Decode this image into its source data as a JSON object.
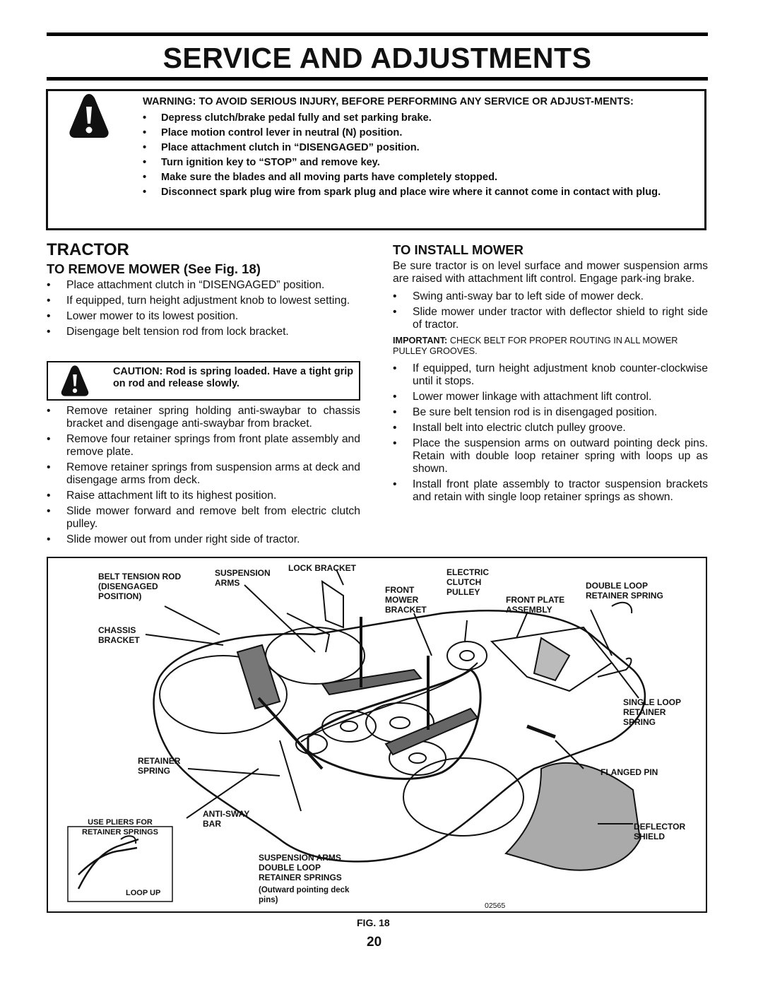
{
  "page": {
    "title": "SERVICE AND ADJUSTMENTS",
    "page_number": "20",
    "figure_caption": "FIG. 18",
    "drawing_code": "02565"
  },
  "warning": {
    "heading": "WARNING: TO AVOID SERIOUS INJURY, BEFORE PERFORMING ANY SERVICE OR ADJUST-MENTS:",
    "items": [
      "Depress clutch/brake pedal fully and set parking brake.",
      "Place motion control lever in neutral (N) position.",
      "Place attachment clutch  in “DISENGAGED” position.",
      "Turn ignition key  to “STOP” and remove key.",
      "Make sure the blades and all moving parts have completely stopped.",
      "Disconnect spark plug wire from spark plug and place wire where it cannot come in contact with plug."
    ]
  },
  "tractor": {
    "heading": "TRACTOR",
    "remove": {
      "heading": "TO REMOVE MOWER  (See Fig. 18)",
      "steps_a": [
        "Place attachment clutch in “DISENGAGED” position.",
        "If equipped, turn height adjustment knob to lowest setting.",
        "Lower mower to its lowest position.",
        "Disengage belt tension rod from lock bracket."
      ],
      "caution": "CAUTION: Rod is spring loaded. Have a tight grip on rod and release slowly.",
      "steps_b": [
        "Remove retainer spring holding anti-swaybar to chassis bracket and disengage anti-swaybar from bracket.",
        "Remove four retainer springs from front plate assembly and remove plate.",
        "Remove retainer springs from suspension arms at deck and disengage arms from deck.",
        "Raise attachment lift to its highest position.",
        "Slide mower forward and remove belt from electric clutch pulley.",
        "Slide mower out from under right side of tractor."
      ]
    },
    "install": {
      "heading": "TO INSTALL MOWER",
      "intro": "Be sure tractor is on level surface and mower suspension arms are raised with attachment lift control. Engage park-ing brake.",
      "steps_a": [
        "Swing anti-sway bar to left side of mower deck.",
        "Slide mower under tractor with deflector shield to right side of tractor."
      ],
      "important_label": "IMPORTANT:",
      "important_text": "CHECK BELT FOR PROPER ROUTING IN ALL MOWER PULLEY GROOVES.",
      "steps_b": [
        "If equipped, turn height adjustment knob counter-clockwise until it stops.",
        "Lower mower linkage with attachment lift control.",
        "Be sure belt tension rod is in disengaged position.",
        "Install belt into electric clutch pulley groove.",
        "Place the suspension arms on outward pointing deck pins. Retain with double loop retainer spring with loops up as shown.",
        "Install front plate assembly to tractor suspension brackets and retain with single loop retainer springs as shown."
      ]
    }
  },
  "figure_labels": {
    "belt_tension_rod": "BELT TENSION ROD (DISENGAGED POSITION)",
    "suspension_arms": "SUSPENSION ARMS",
    "lock_bracket": "LOCK BRACKET",
    "front_mower_bracket": "FRONT MOWER BRACKET",
    "electric_clutch_pulley": "ELECTRIC CLUTCH PULLEY",
    "front_plate_assembly": "FRONT PLATE ASSEMBLY",
    "double_loop_retainer_spring": "DOUBLE LOOP RETAINER SPRING",
    "chassis_bracket": "CHASSIS BRACKET",
    "single_loop_retainer_spring": "SINGLE LOOP RETAINER SPRING",
    "retainer_spring": "RETAINER SPRING",
    "flanged_pin": "FLANGED PIN",
    "use_pliers": "USE PLIERS FOR RETAINER SPRINGS",
    "loop_up": "LOOP UP",
    "anti_sway_bar": "ANTI-SWAY BAR",
    "deflector_shield": "DEFLECTOR SHIELD",
    "suspension_arms_springs": "SUSPENSION ARMS DOUBLE LOOP RETAINER SPRINGS",
    "outward_pointing": "(Outward pointing deck pins)"
  },
  "icons": {
    "warning": "warning-triangle-icon",
    "caution": "caution-triangle-icon"
  }
}
